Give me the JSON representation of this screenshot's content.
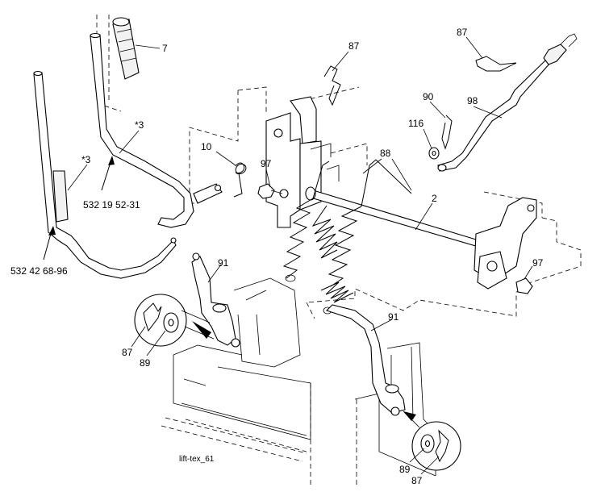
{
  "labels": {
    "p7": "7",
    "p3_left": "*3",
    "p3_mid": "*3",
    "pn_left": "532 42 68-96",
    "pn_mid": "532 19 52-31",
    "p10": "10",
    "p97_mid": "97",
    "p87_top": "87",
    "p88": "88",
    "p2": "2",
    "p87_right": "87",
    "p90": "90",
    "p98": "98",
    "p116": "116",
    "p97_right": "97",
    "p91_left": "91",
    "p87_left": "87",
    "p89_left": "89",
    "p91_right": "91",
    "p89_bottom": "89",
    "p87_bottom": "87",
    "caption": "lift-tex_61"
  }
}
